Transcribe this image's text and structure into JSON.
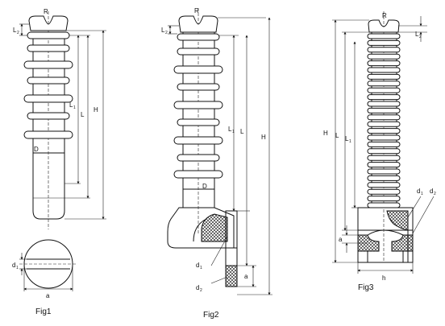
{
  "figures": [
    {
      "caption": "Fig1",
      "labels": {
        "R": "R",
        "L2": "L",
        "L2_sub": "2",
        "L1": "L",
        "L1_sub": "1",
        "L": "L",
        "H": "H",
        "D": "D",
        "d1": "d",
        "d1_sub": "1",
        "a": "a"
      }
    },
    {
      "caption": "Fig2",
      "labels": {
        "R": "R",
        "L2": "L",
        "L2_sub": "2",
        "L1": "L",
        "L1_sub": "1",
        "L": "L",
        "H": "H",
        "D": "D",
        "d1": "d",
        "d1_sub": "1",
        "d2": "d",
        "d2_sub": "2",
        "a": "a"
      }
    },
    {
      "caption": "Fig3",
      "labels": {
        "R": "R",
        "L2": "L",
        "L2_sub": "2",
        "L1": "L",
        "L1_sub": "1",
        "L": "L",
        "H": "H",
        "d1": "d",
        "d1_sub": "1",
        "d2": "d",
        "d2_sub": "2",
        "a": "a",
        "h": "h"
      }
    }
  ]
}
